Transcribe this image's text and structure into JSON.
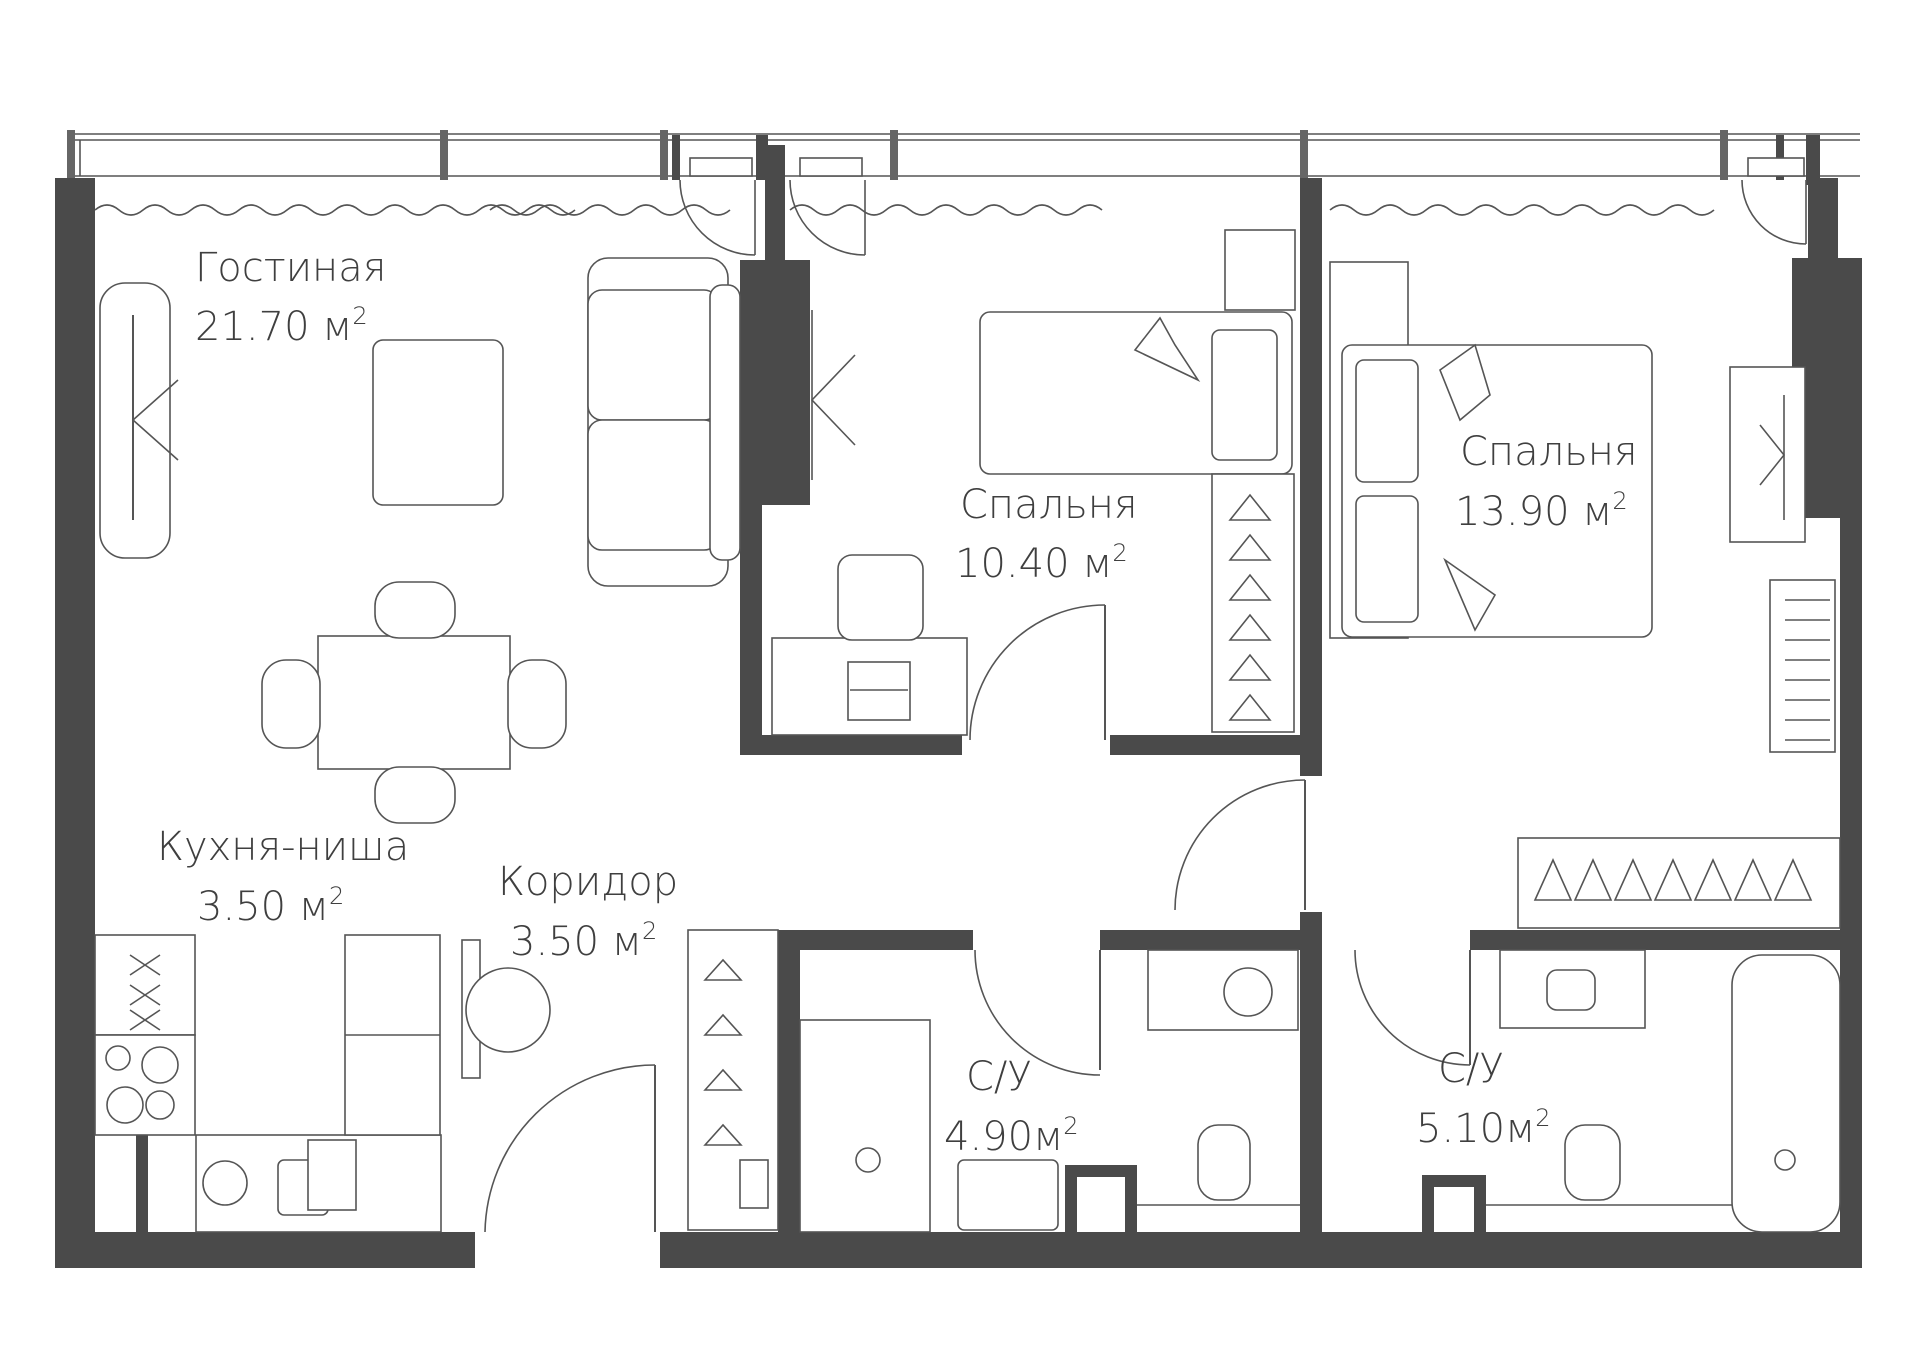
{
  "rooms": [
    {
      "id": "living",
      "name": "Гостиная",
      "area": "21.70 м",
      "sup": "2"
    },
    {
      "id": "bedroom1",
      "name": "Спальня",
      "area": "10.40 м",
      "sup": "2"
    },
    {
      "id": "bedroom2",
      "name": "Спальня",
      "area": "13.90 м",
      "sup": "2"
    },
    {
      "id": "kitchen",
      "name": "Кухня-ниша",
      "area": "3.50 м",
      "sup": "2"
    },
    {
      "id": "corridor",
      "name": "Коридор",
      "area": "3.50 м",
      "sup": "2"
    },
    {
      "id": "bath1",
      "name": "С/У",
      "area": "4.90м",
      "sup": "2"
    },
    {
      "id": "bath2",
      "name": "С/У",
      "area": "5.10м",
      "sup": "2"
    }
  ],
  "colors": {
    "wall": "#4a4a4a",
    "line": "#555555",
    "text": "#3f3f3f"
  }
}
